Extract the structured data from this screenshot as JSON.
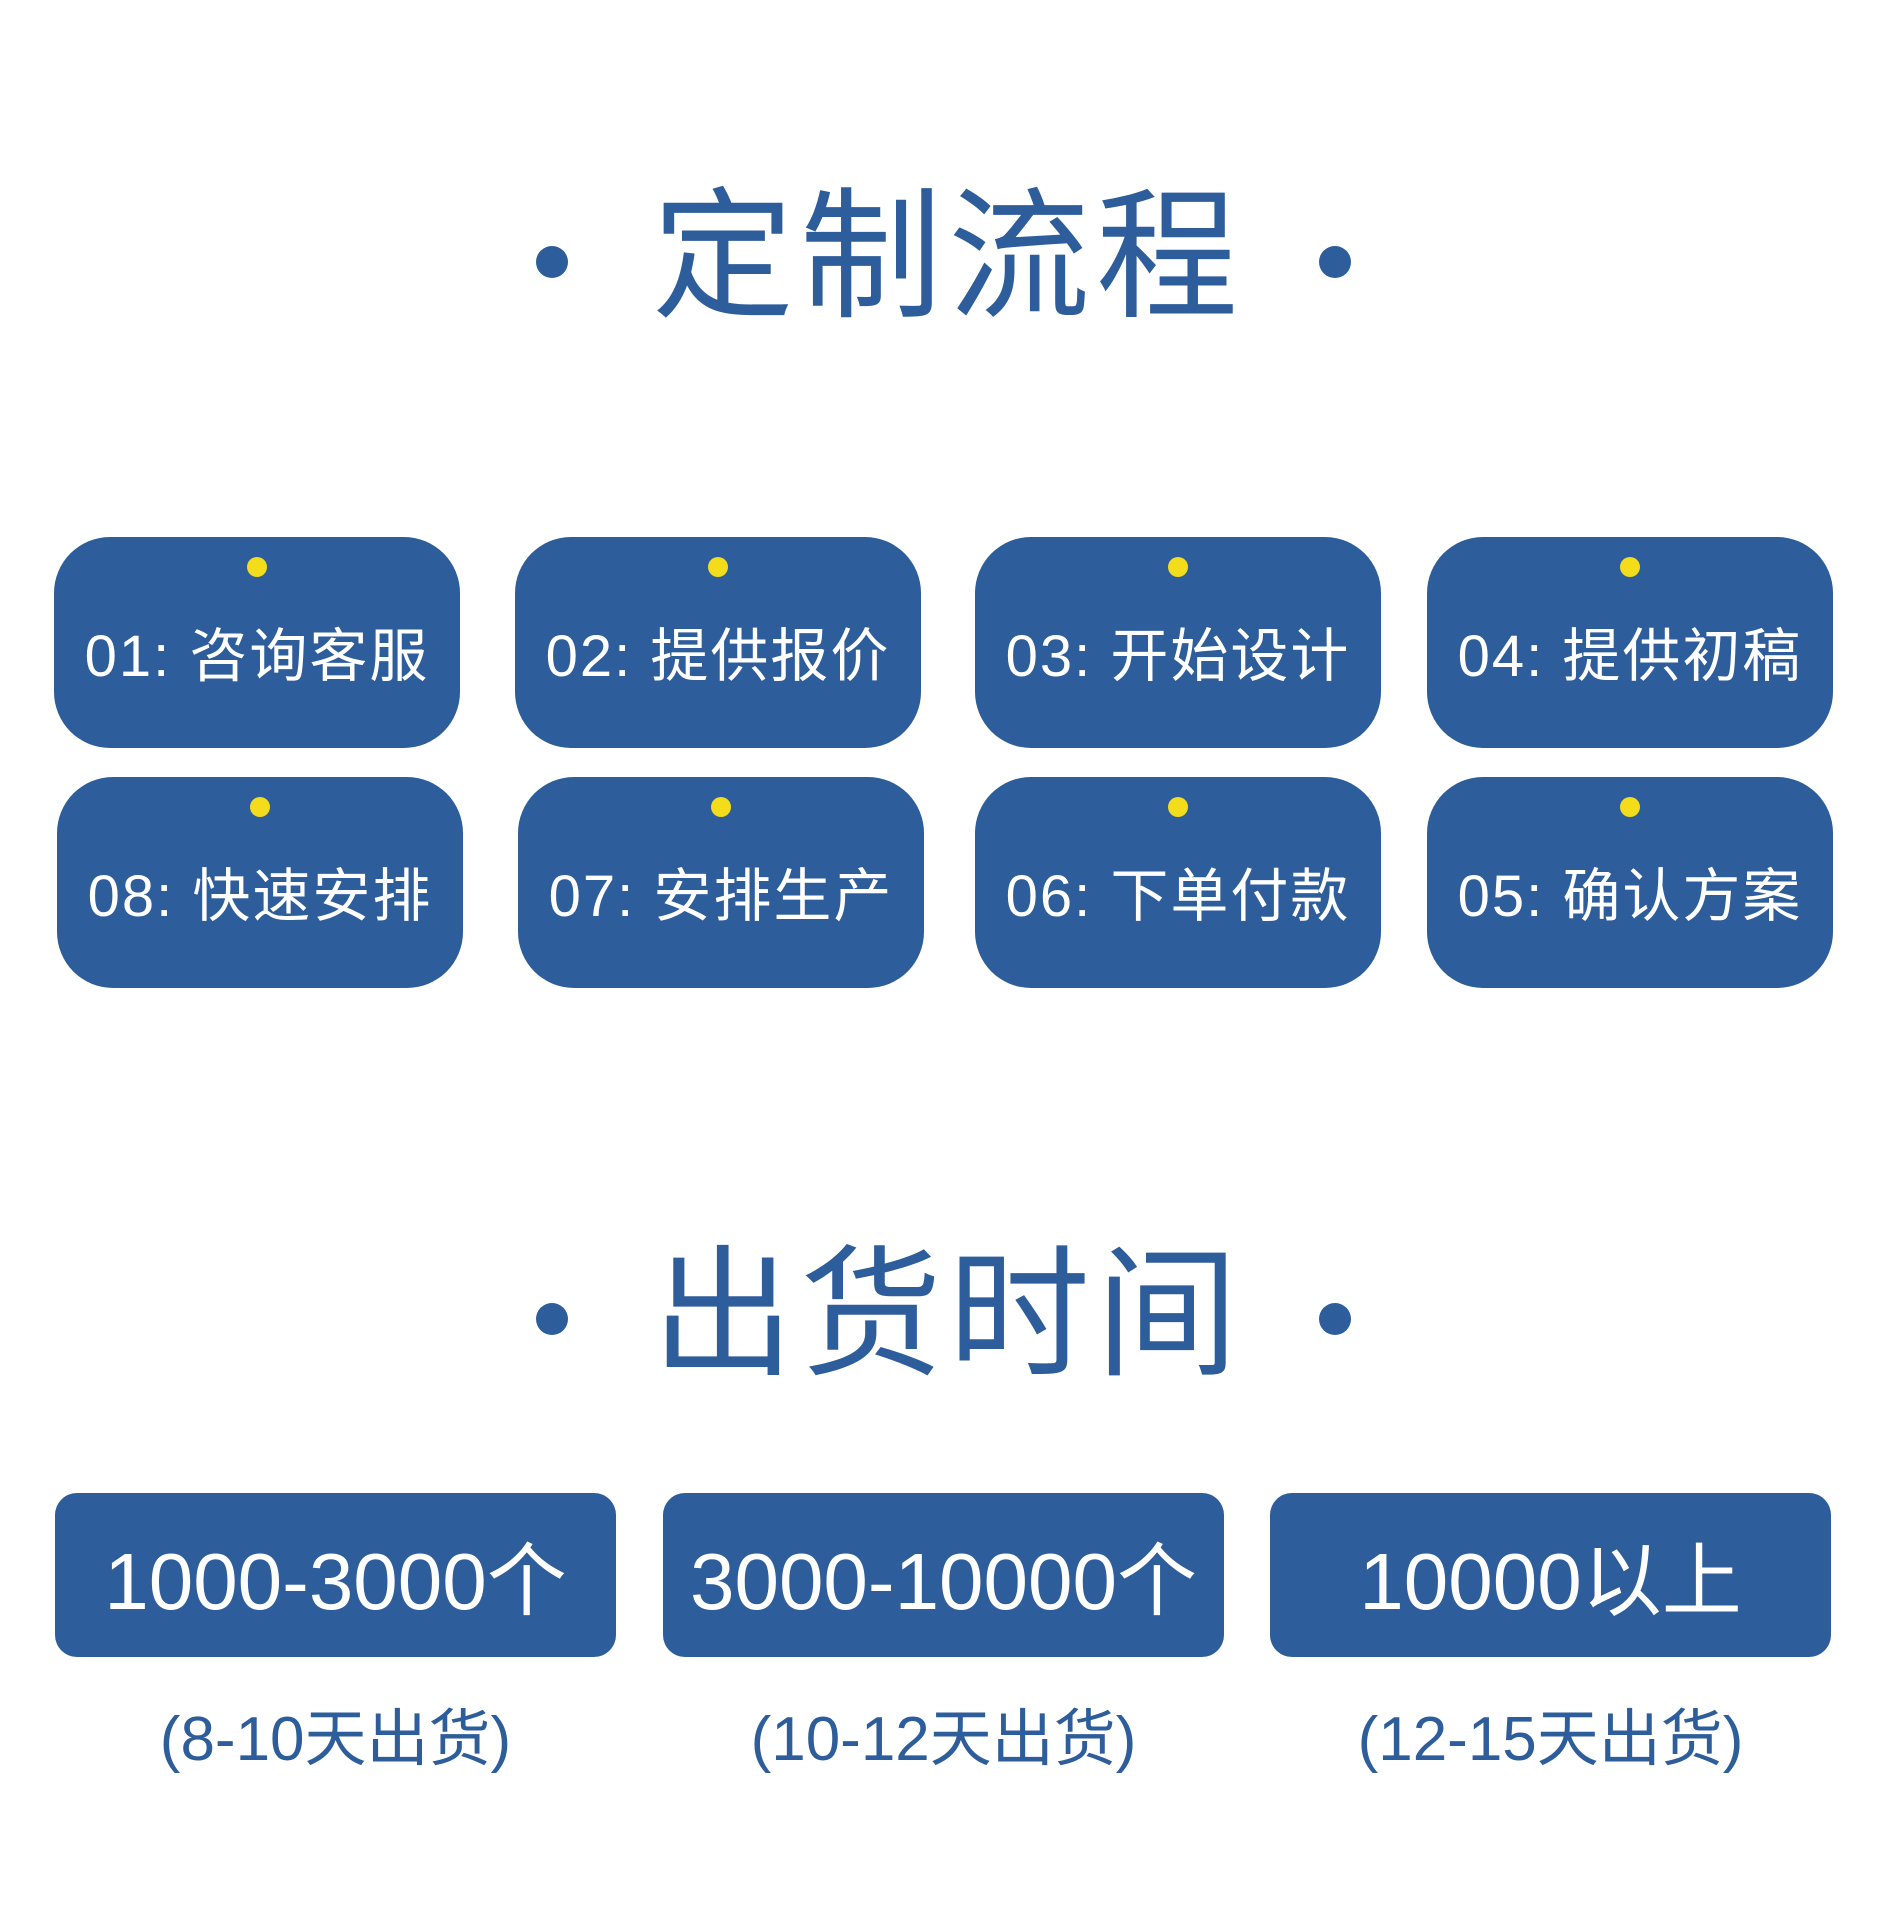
{
  "process": {
    "title": "定制流程",
    "cards": [
      {
        "label": "01: 咨询客服"
      },
      {
        "label": "02: 提供报价"
      },
      {
        "label": "03: 开始设计"
      },
      {
        "label": "04: 提供初稿"
      },
      {
        "label": "08: 快速安排"
      },
      {
        "label": "07: 安排生产"
      },
      {
        "label": "06: 下单付款"
      },
      {
        "label": "05: 确认方案"
      }
    ]
  },
  "shipping": {
    "title": "出货时间",
    "tiers": [
      {
        "quantity": "1000-3000个",
        "lead_time": "(8-10天出货)"
      },
      {
        "quantity": "3000-10000个",
        "lead_time": "(10-12天出货)"
      },
      {
        "quantity": "10000以上",
        "lead_time": "(12-15天出货)"
      }
    ]
  },
  "colors": {
    "primary_blue": "#2e5d9b",
    "accent_yellow": "#f2dc1b",
    "background": "#ffffff",
    "text_on_blue": "#ffffff"
  }
}
